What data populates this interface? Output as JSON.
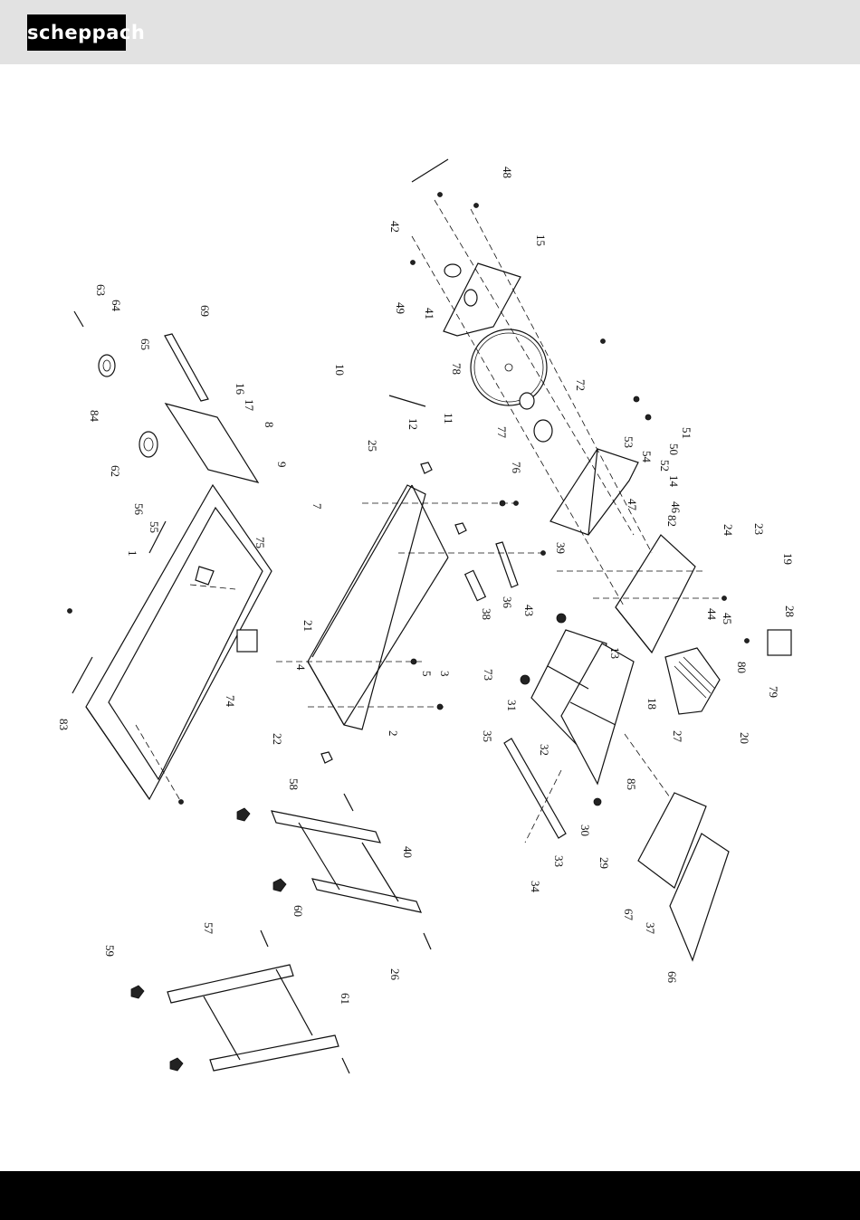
{
  "header": {
    "brand": "scheppach",
    "background": "#e2e2e2"
  },
  "footer": {
    "background": "#000000"
  },
  "diagram": {
    "labels": [
      "48",
      "42",
      "15",
      "49",
      "41",
      "63",
      "64",
      "69",
      "65",
      "78",
      "10",
      "72",
      "16",
      "17",
      "11",
      "12",
      "8",
      "25",
      "77",
      "51",
      "84",
      "50",
      "9",
      "76",
      "54",
      "52",
      "53",
      "62",
      "14",
      "7",
      "56",
      "46",
      "47",
      "55",
      "82",
      "24",
      "23",
      "39",
      "19",
      "1",
      "75",
      "36",
      "21",
      "43",
      "28",
      "38",
      "44",
      "45",
      "13",
      "4",
      "3",
      "74",
      "5",
      "73",
      "80",
      "31",
      "18",
      "79",
      "83",
      "22",
      "2",
      "27",
      "20",
      "35",
      "32",
      "85",
      "30",
      "58",
      "33",
      "29",
      "40",
      "34",
      "67",
      "60",
      "26",
      "37",
      "61",
      "66",
      "57",
      "59"
    ]
  }
}
